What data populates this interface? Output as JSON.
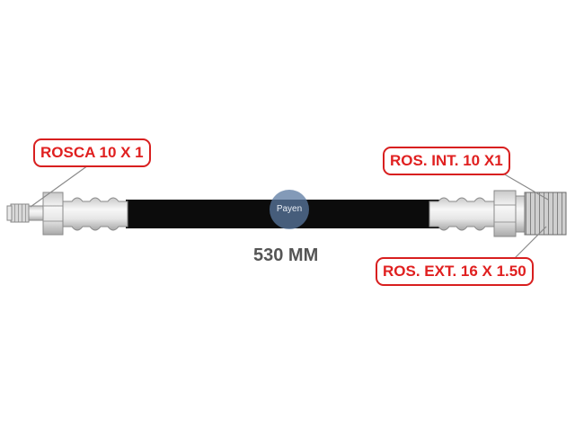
{
  "labels": {
    "left_thread": "ROSCA 10 X 1",
    "right_internal_thread": "ROS. INT. 10 X1",
    "right_external_thread": "ROS. EXT. 16 X 1.50",
    "length": "530 MM"
  },
  "logo": {
    "text": "Payen"
  },
  "colors": {
    "callout_border": "#d81f1f",
    "callout_text": "#e02020",
    "hose": "#0c0c0c",
    "fitting_fill": "#eaeaea",
    "fitting_stroke": "#8a8a8a",
    "length_text": "#555555",
    "logo_fill": "#5a78a0"
  }
}
